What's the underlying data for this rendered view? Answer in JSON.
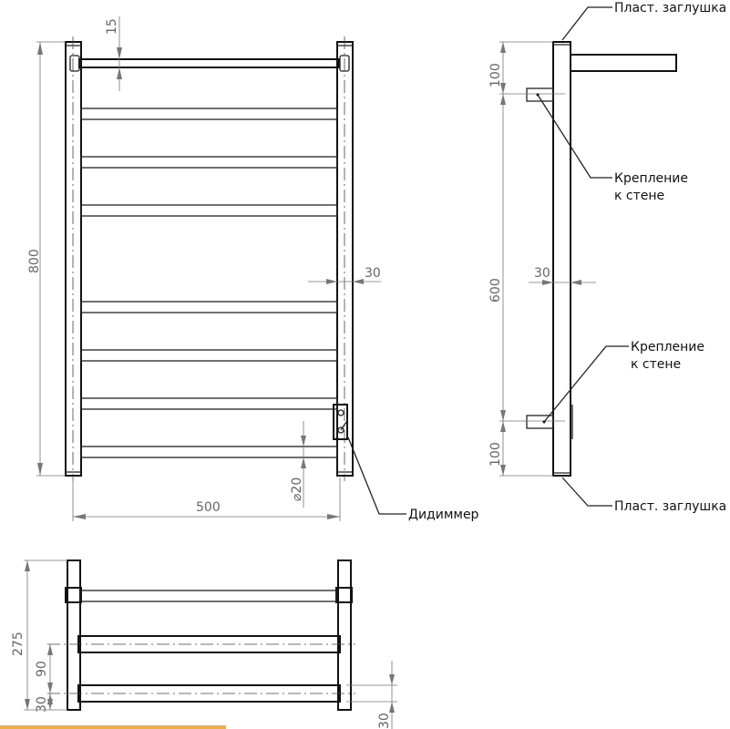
{
  "front_view": {
    "dim_height": "800",
    "dim_width": "500",
    "dim_rail": "15",
    "dim_post": "30",
    "dim_diameter": "⌀20",
    "label_dimmer": "Дидиммер"
  },
  "side_view": {
    "dim_top": "100",
    "dim_middle": "600",
    "dim_bottom": "100",
    "dim_post": "30",
    "label_cap_top": "Пласт. заглушка",
    "label_cap_bottom": "Пласт. заглушка",
    "label_mount_1_line1": "Крепление",
    "label_mount_1_line2": "к стене",
    "label_mount_2_line1": "Крепление",
    "label_mount_2_line2": "к стене"
  },
  "top_view": {
    "dim_depth": "275",
    "dim_spacing": "90",
    "dim_offset": "30",
    "dim_bar": "30"
  },
  "colors": {
    "line": "#111111",
    "dimension": "#777777",
    "accent_strip": "#e8b04a"
  }
}
